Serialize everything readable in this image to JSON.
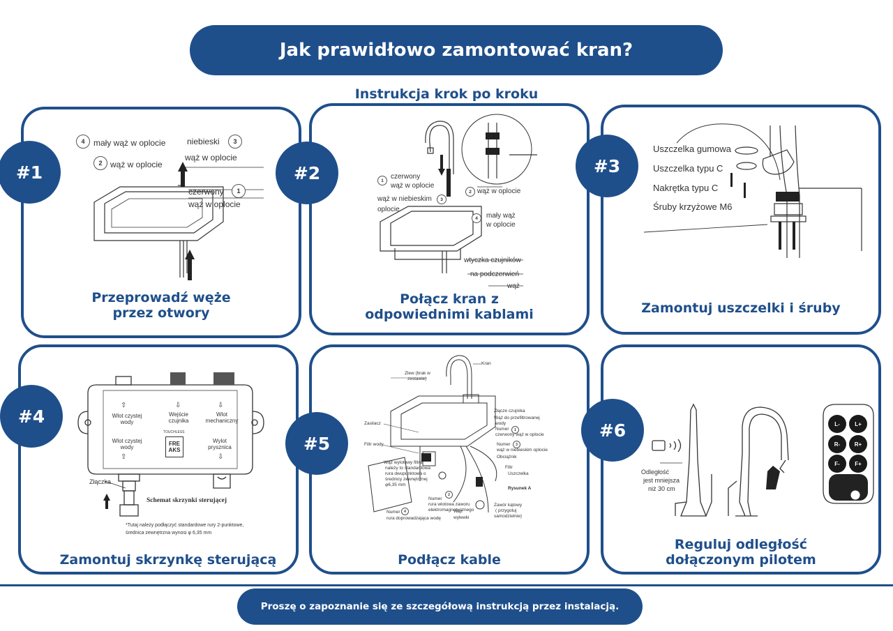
{
  "header": {
    "title": "Jak prawidłowo zamontować kran?",
    "subtitle": "Instrukcja krok po kroku"
  },
  "steps": [
    {
      "badge": "#1",
      "caption_lines": [
        "Przeprowadź węże",
        "przez otwory"
      ],
      "labels": [
        "mały wąż w oplocie",
        "wąż w oplocie",
        "niebieski",
        "wąż w oplocie",
        "czerwony",
        "wąż w oplocie"
      ],
      "numbers": [
        "4",
        "2",
        "3",
        "1"
      ]
    },
    {
      "badge": "#2",
      "caption_lines": [
        "Połącz kran z",
        "odpowiednimi kablami"
      ],
      "labels": [
        "czerwony",
        "wąż w oplocie",
        "wąż w niebieskim",
        "oplocie",
        "wąż w oplocie",
        "mały wąż",
        "w oplocie",
        "wtyczka czujników",
        "na podczerwień",
        "wąż"
      ],
      "numbers": [
        "1",
        "3",
        "2",
        "4"
      ]
    },
    {
      "badge": "#3",
      "caption_lines": [
        "Zamontuj uszczelki i śruby"
      ],
      "labels": [
        "Uszczelka gumowa",
        "Uszczelka typu C",
        "Nakrętka typu C",
        "Śruby krzyżowe M6"
      ]
    },
    {
      "badge": "#4",
      "caption_lines": [
        "Zamontuj skrzynkę sterującą"
      ],
      "labels": [
        "Wlot czystej wody",
        "Wejście czujnika",
        "Wlot mechaniczny",
        "Wlot czystej wody",
        "Wylot prysznica",
        "Złączka",
        "Schemat  skrzynki sterującej",
        "*Tutaj należy podłączyć standardowe rury 2-punktowe,",
        "średnica zewnętrzna wynosi φ 6,35 mm"
      ],
      "brand": [
        "FRE",
        "AKS"
      ],
      "brand_top": "TOUCHLESS",
      "arrows": [
        "⇧",
        "⇩",
        "⇩",
        "⇧",
        "⇩"
      ]
    },
    {
      "badge": "#5",
      "caption_lines": [
        "Podłącz kable"
      ],
      "labels": [
        "Zlew (brak w",
        "zestawie)",
        "Kran",
        "Złącze czujnika",
        "Wąż do przefiltrowanej",
        "wody",
        "Numer",
        "czerwony wąż w oplocie",
        "Zasilacz",
        "Filtr wody",
        "Numer",
        "wąż w niebieskim oplocie",
        "Obciążnik",
        "Filtr",
        "Uszczelka",
        "Rysunek A",
        "Wąż wylotowy filtra",
        "należy to standardowa",
        "rura dwupunktowa o",
        "średnicy zewnętrznej",
        "φ6,35 mm",
        "Numer",
        "rura wlotowa zaworu",
        "elektromagnetycznego",
        "Numer",
        "rura doprowadzająca wodę",
        "Wąż",
        "wylewki",
        "Zawór kątowy",
        "( przygotuj",
        "samodzielnie)"
      ],
      "numbers": [
        "1",
        "3",
        "2",
        "4"
      ]
    },
    {
      "badge": "#6",
      "caption_lines": [
        "Reguluj odległość",
        "dołączonym pilotem"
      ],
      "labels": [
        "Odległość",
        "jest mniejsza",
        "niż 30 cm"
      ],
      "remote_buttons": [
        "L-",
        "L+",
        "R-",
        "R+",
        "F-",
        "F+"
      ]
    }
  ],
  "footer": {
    "note": "Proszę o zapoznanie się ze szczegółową instrukcją przez instalacją."
  },
  "colors": {
    "brand_blue": "#1f4f8b",
    "line": "#333333",
    "white": "#ffffff"
  }
}
